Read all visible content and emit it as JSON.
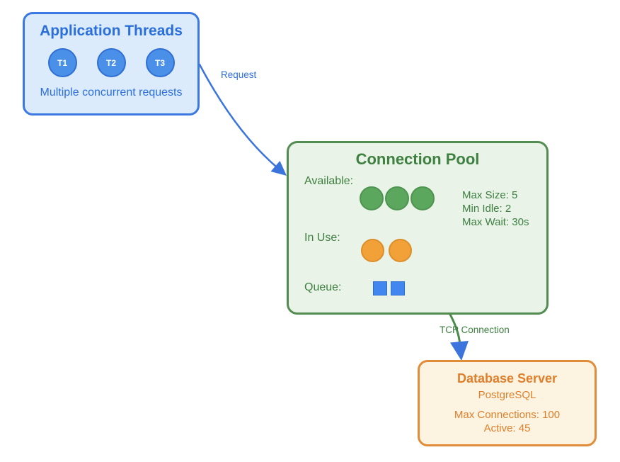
{
  "app_threads": {
    "title": "Application Threads",
    "threads": [
      "T1",
      "T2",
      "T3"
    ],
    "caption": "Multiple concurrent requests"
  },
  "connection_pool": {
    "title": "Connection Pool",
    "available": {
      "label": "Available:",
      "count": 3
    },
    "in_use": {
      "label": "In Use:",
      "count": 2
    },
    "queue": {
      "label": "Queue:",
      "count": 2
    },
    "config": {
      "max_size": "Max Size: 5",
      "min_idle": "Min Idle: 2",
      "max_wait": "Max Wait: 30s"
    }
  },
  "database_server": {
    "title": "Database Server",
    "subtitle": "PostgreSQL",
    "max_connections": "Max Connections: 100",
    "active": "Active: 45"
  },
  "arrows": {
    "request": {
      "label": "Request",
      "line_color": "#3b74dd",
      "head_color": "#3b74dd"
    },
    "tcp": {
      "label": "TCP Connection",
      "line_color": "#4a8b4a",
      "head_color": "#3b74dd"
    }
  },
  "colors": {
    "blue_border": "#3b79e1",
    "blue_fill": "#dcebfb",
    "blue_text": "#2b6fdd",
    "thread_circle_fill": "#4a90e8",
    "green_border": "#538c50",
    "green_fill": "#e9f3e8",
    "green_text": "#3e7f41",
    "available_dot": "#5ba75d",
    "in_use_dot": "#f1a137",
    "queue_square": "#4287f0",
    "orange_border": "#e08c38",
    "orange_fill": "#fcf3e1",
    "orange_text": "#df7f2b"
  }
}
